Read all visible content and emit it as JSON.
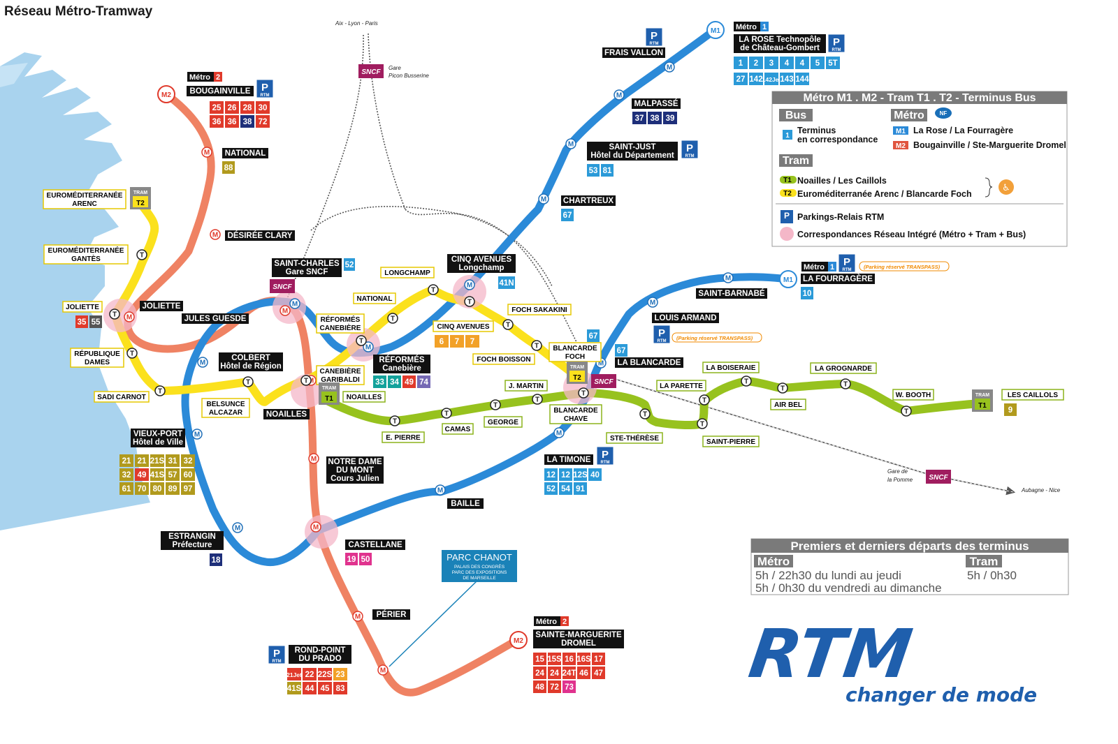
{
  "title": "Réseau Métro-Tramway",
  "colors": {
    "m1": "#2b8ad8",
    "m2": "#ef8263",
    "t1": "#97c21e",
    "t2": "#fbe11d",
    "sea": "#a9d3ee",
    "halo": "#f4b7c8",
    "legend_header": "#7a7a7a"
  },
  "directions": {
    "north": "Aix - Lyon - Paris",
    "east": "Aubagne - Nice"
  },
  "stations": {
    "frais_vallon": "FRAIS VALLON",
    "la_rose": [
      "LA ROSE Technopôle",
      "de Château-Gombert"
    ],
    "malpasse": "MALPASSÉ",
    "saint_just": [
      "SAINT-JUST",
      "Hôtel du Département"
    ],
    "chartreux": "CHARTREUX",
    "cinq_avenues": [
      "CINQ AVENUES",
      "Longchamp"
    ],
    "saint_charles": [
      "SAINT-CHARLES",
      "Gare SNCF"
    ],
    "reformes_m": [
      "RÉFORMÉS",
      "Canebière"
    ],
    "colbert": [
      "COLBERT",
      "Hôtel de Région"
    ],
    "vieux_port": [
      "VIEUX-PORT",
      "Hôtel de Ville"
    ],
    "estrangin": [
      "ESTRANGIN",
      "Préfecture"
    ],
    "baille": "BAILLE",
    "la_timone": "LA TIMONE",
    "saint_barnabe": "SAINT-BARNABÉ",
    "louis_armand": "LOUIS ARMAND",
    "la_fourragere": "LA FOURRAGÈRE",
    "la_blancarde": "LA BLANCARDE",
    "bougainville": "BOUGAINVILLE",
    "national_m": "NATIONAL",
    "desiree_clary": "DÉSIRÉE CLARY",
    "joliette_m": "JOLIETTE",
    "jules_guesde": "JULES GUESDE",
    "noailles_m": "NOAILLES",
    "notre_dame": [
      "NOTRE DAME",
      "DU MONT",
      "Cours Julien"
    ],
    "castellane": "CASTELLANE",
    "perier": "PÉRIER",
    "rond_point": [
      "ROND-POINT",
      "DU PRADO"
    ],
    "sainte_marguerite": [
      "SAINTE-MARGUERITE",
      "DROMEL"
    ],
    "euromed_arenc": [
      "EUROMÉDITERRANÉE",
      "ARENC"
    ],
    "euromed_gantes": [
      "EUROMÉDITERRANÉE",
      "GANTÈS"
    ],
    "joliette_t": "JOLIETTE",
    "republique": [
      "RÉPUBLIQUE",
      "DAMES"
    ],
    "sadi_carnot": "SADI CARNOT",
    "belsunce": [
      "BELSUNCE",
      "ALCAZAR"
    ],
    "canebiere": [
      "CANEBIÈRE",
      "GARIBALDI"
    ],
    "reformes_t": [
      "RÉFORMÉS",
      "CANEBIÈRE"
    ],
    "national_t": "NATIONAL",
    "longchamp": "LONGCHAMP",
    "cinq_av_t": "CINQ AVENUES",
    "foch_sakakini": "FOCH SAKAKINI",
    "foch_boisson": "FOCH BOISSON",
    "blancarde_foch": [
      "BLANCARDE",
      "FOCH"
    ],
    "noailles_t": "NOAILLES",
    "e_pierre": "E. PIERRE",
    "camas": "CAMAS",
    "george": "GEORGE",
    "j_martin": "J. MARTIN",
    "blancarde_chave": [
      "BLANCARDE",
      "CHAVE"
    ],
    "la_parette": "LA PARETTE",
    "ste_therese": "STE-THÉRÈSE",
    "la_boiseraie": "LA BOISERAIE",
    "saint_pierre": "SAINT-PIERRE",
    "air_bel": "AIR BEL",
    "la_grognarde": "LA GROGNARDE",
    "w_booth": "W. BOOTH",
    "les_caillols": "LES CAILLOLS"
  },
  "badges": {
    "metro": "Métro",
    "tram": "TRAM",
    "m1": "M1",
    "m2": "M2",
    "t1": "T1",
    "t2": "T2",
    "m": "M",
    "t": "T",
    "p": "P",
    "rtm_small": "RTM",
    "sncf": "SNCF",
    "num1": "1",
    "num2": "2"
  },
  "gares": {
    "picon": [
      "Gare",
      "Picon Busserine"
    ],
    "pomme": [
      "Gare de",
      "la Pomme"
    ]
  },
  "parking_note": "(Parking réservé TRANSPASS)",
  "parc_chanot": [
    "PARC CHANOT",
    "PALAIS DES CONGRÈS",
    "PARC DES EXPOSITIONS",
    "DE MARSEILLE"
  ],
  "bus": {
    "la_rose_1": [
      "1",
      "2",
      "3",
      "4",
      "4",
      "5",
      "5T"
    ],
    "la_rose_2": [
      "27",
      "142",
      "142Jet",
      "143",
      "144"
    ],
    "bougainville": [
      "25",
      "26",
      "28",
      "30",
      "36",
      "36",
      "38",
      "72"
    ],
    "national": [
      "88"
    ],
    "joliette": [
      "35",
      "55"
    ],
    "saint_charles": [
      "52"
    ],
    "cinq_avenues": [
      "41N"
    ],
    "malpasse": [
      "37",
      "38",
      "39"
    ],
    "saint_just": [
      "53",
      "81"
    ],
    "chartreux": [
      "67"
    ],
    "reformes": [
      "33",
      "34",
      "49",
      "74"
    ],
    "cinq_av_t": [
      "6",
      "7",
      "7"
    ],
    "vieux_port": [
      "21",
      "21",
      "21S",
      "31",
      "32",
      "32",
      "49",
      "41S",
      "57",
      "60",
      "61",
      "70",
      "80",
      "89",
      "97"
    ],
    "estrangin": [
      "18"
    ],
    "castellane": [
      "19",
      "50"
    ],
    "la_fourragere": [
      "10"
    ],
    "blancarde_67a": [
      "67"
    ],
    "blancarde_67b": [
      "67"
    ],
    "les_caillols": [
      "9"
    ],
    "la_timone": [
      "12",
      "12",
      "12S",
      "40",
      "52",
      "54",
      "91"
    ],
    "rond_point": [
      "21Jet",
      "22",
      "22S",
      "23",
      "41S",
      "44",
      "45",
      "83"
    ],
    "sainte_marguerite": [
      "15",
      "15S",
      "16",
      "16S",
      "17",
      "24",
      "24",
      "24T",
      "46",
      "47",
      "48",
      "72",
      "73"
    ]
  },
  "legend": {
    "title": "Métro M1 . M2  -  Tram T1 . T2  -  Terminus Bus",
    "bus_header": "Bus",
    "metro_header": "Métro",
    "tram_header": "Tram",
    "bus_item": [
      "Terminus",
      "en correspondance"
    ],
    "m1_item": "La Rose / La Fourragère",
    "m2_item": "Bougainville / Ste-Marguerite Dromel",
    "t1_item": "Noailles / Les Caillols",
    "t2_item": "Euroméditerranée Arenc / Blancarde Foch",
    "parking_item": "Parkings-Relais RTM",
    "corresp_item": "Correspondances Réseau Intégré (Métro + Tram + Bus)",
    "nf": "NF"
  },
  "schedule": {
    "title": "Premiers et derniers départs des terminus",
    "metro_label": "Métro",
    "tram_label": "Tram",
    "metro_line1": "5h / 22h30 du lundi au jeudi",
    "metro_line2": "5h / 0h30 du vendredi au dimanche",
    "tram_line": "5h / 0h30"
  },
  "brand": {
    "logo": "RTM",
    "slogan": "changer de mode"
  }
}
